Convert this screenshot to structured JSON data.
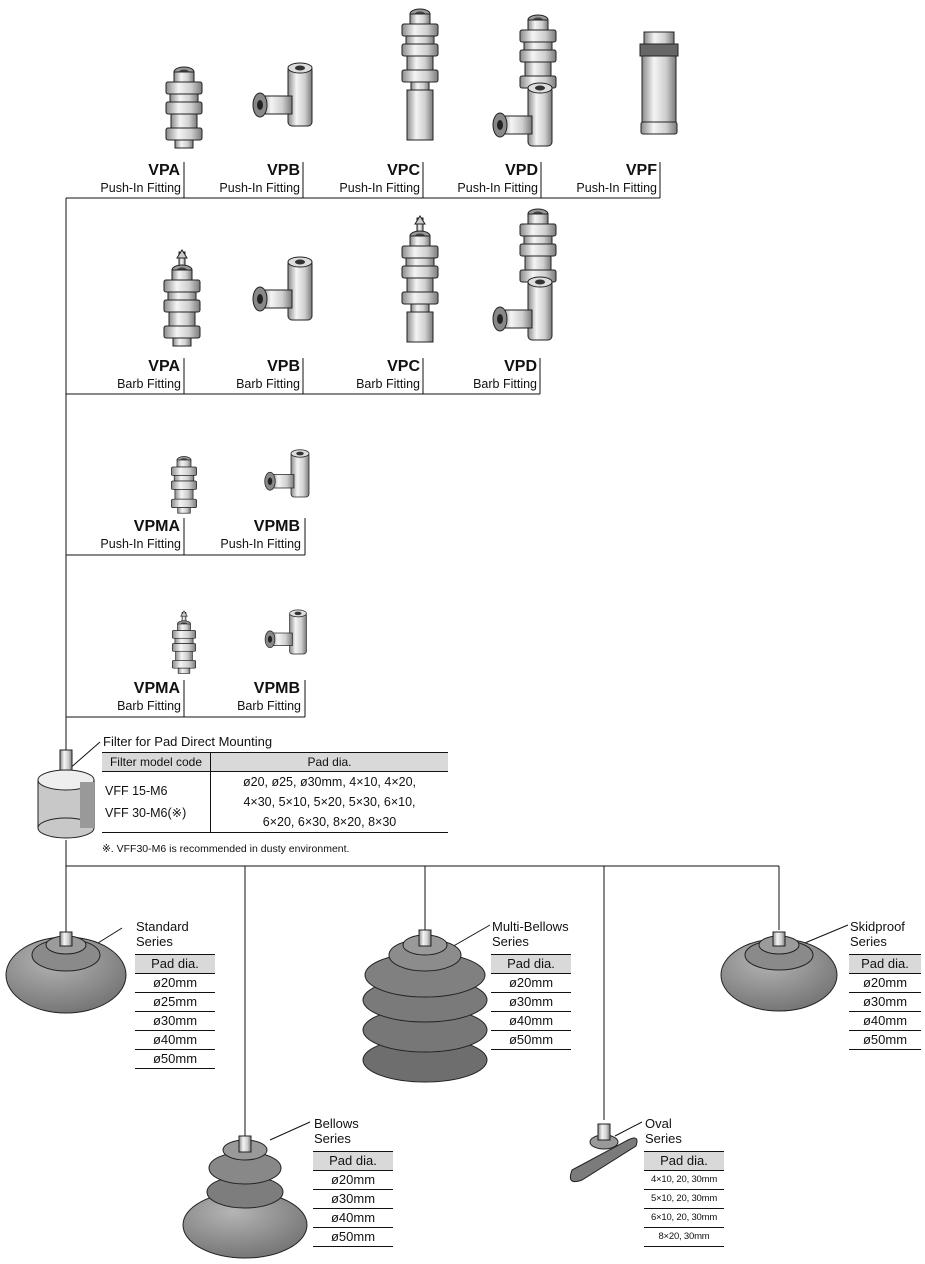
{
  "fittings": [
    {
      "code": "VPA",
      "type": "Push-In Fitting"
    },
    {
      "code": "VPB",
      "type": "Push-In Fitting"
    },
    {
      "code": "VPC",
      "type": "Push-In Fitting"
    },
    {
      "code": "VPD",
      "type": "Push-In Fitting"
    },
    {
      "code": "VPF",
      "type": "Push-In Fitting"
    },
    {
      "code": "VPA",
      "type": "Barb Fitting"
    },
    {
      "code": "VPB",
      "type": "Barb Fitting"
    },
    {
      "code": "VPC",
      "type": "Barb Fitting"
    },
    {
      "code": "VPD",
      "type": "Barb Fitting"
    },
    {
      "code": "VPMA",
      "type": "Push-In Fitting"
    },
    {
      "code": "VPMB",
      "type": "Push-In Fitting"
    },
    {
      "code": "VPMA",
      "type": "Barb Fitting"
    },
    {
      "code": "VPMB",
      "type": "Barb Fitting"
    }
  ],
  "filter": {
    "title": "Filter for Pad Direct Mounting",
    "col1": "Filter model code",
    "col2": "Pad dia.",
    "codes": [
      "VFF 15-M6",
      "VFF 30-M6(※)"
    ],
    "dias": [
      "ø20, ø25, ø30mm, 4×10, 4×20,",
      "4×30, 5×10, 5×20, 5×30, 6×10,",
      "6×20, 6×30, 8×20, 8×30"
    ],
    "note": "※. VFF30-M6 is recommended in dusty environment."
  },
  "pads": [
    {
      "name1": "Standard",
      "name2": "Series",
      "header": "Pad dia.",
      "rows": [
        "ø20mm",
        "ø25mm",
        "ø30mm",
        "ø40mm",
        "ø50mm"
      ]
    },
    {
      "name1": "Multi-Bellows",
      "name2": "Series",
      "header": "Pad dia.",
      "rows": [
        "ø20mm",
        "ø30mm",
        "ø40mm",
        "ø50mm"
      ]
    },
    {
      "name1": "Skidproof",
      "name2": "Series",
      "header": "Pad dia.",
      "rows": [
        "ø20mm",
        "ø30mm",
        "ø40mm",
        "ø50mm"
      ]
    },
    {
      "name1": "Bellows",
      "name2": "Series",
      "header": "Pad dia.",
      "rows": [
        "ø20mm",
        "ø30mm",
        "ø40mm",
        "ø50mm"
      ]
    },
    {
      "name1": "Oval",
      "name2": "Series",
      "header": "Pad dia.",
      "rows": [
        "4×10, 20, 30mm",
        "5×10, 20, 30mm",
        "6×10, 20, 30mm",
        "8×20, 30mm"
      ]
    }
  ]
}
